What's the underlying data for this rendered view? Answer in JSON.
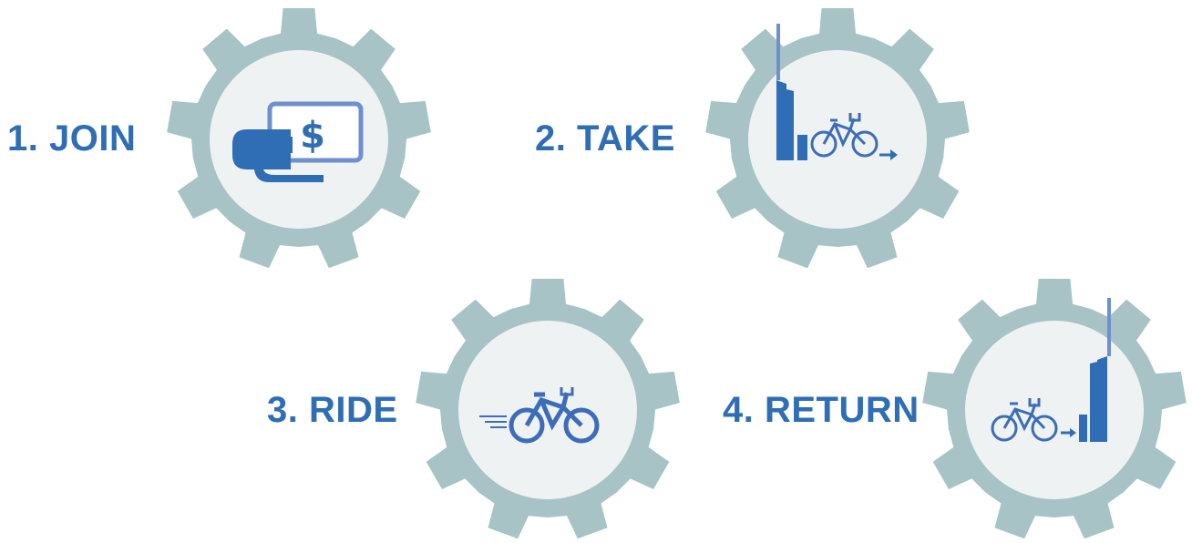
{
  "steps": [
    {
      "label": "1. JOIN",
      "icon": "payment-card-icon"
    },
    {
      "label": "2. TAKE",
      "icon": "bike-leaving-dock-icon"
    },
    {
      "label": "3. RIDE",
      "icon": "bike-riding-icon"
    },
    {
      "label": "4. RETURN",
      "icon": "bike-returning-to-dock-icon"
    }
  ],
  "colors": {
    "gear": "#a7c3c6",
    "gear_center": "#eef2f3",
    "label": "#2f6db5",
    "icon_primary": "#2f6db5",
    "icon_secondary": "#6f8fcf",
    "bike": "#3d6cb8"
  }
}
